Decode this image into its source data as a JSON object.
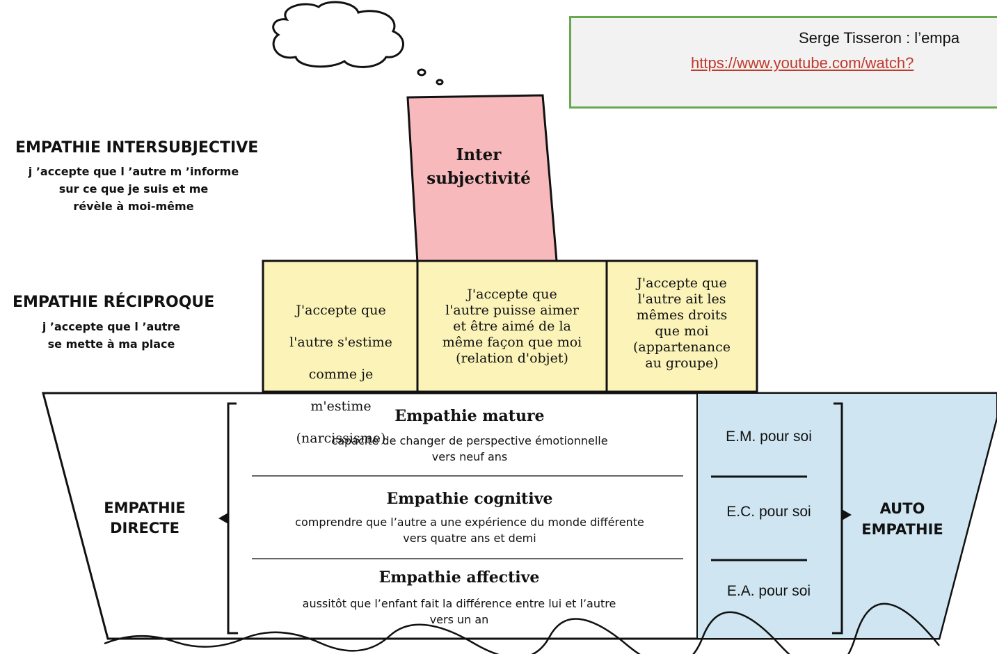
{
  "reference": {
    "title": "Serge Tisseron : l’empa",
    "link": "https://www.youtube.com/watch?"
  },
  "left_labels": {
    "intersubjective": {
      "heading": "EMPATHIE INTERSUBJECTIVE",
      "lines": [
        "j ’accepte que l ’autre m ’informe",
        "sur ce que je suis et me",
        "révèle à moi-même"
      ]
    },
    "reciproque": {
      "heading": "EMPATHIE RÉCIPROQUE",
      "lines": [
        "j ’accepte que l ’autre",
        "se mette à ma place"
      ]
    },
    "directe": {
      "line1": "EMPATHIE",
      "line2": "DIRECTE"
    }
  },
  "chimney": {
    "line1": "Inter",
    "line2": "subjectivité"
  },
  "cabins": [
    {
      "lines": [
        "J'accepte que",
        "l'autre s'estime",
        "comme je",
        "m'estime",
        "(narcissisme)"
      ]
    },
    {
      "lines": [
        "J'accepte que",
        "l'autre puisse aimer",
        "et être aimé de la",
        "même façon que moi",
        "(relation d'objet)"
      ]
    },
    {
      "lines": [
        "J'accepte que",
        "l'autre ait les",
        "mêmes droits",
        "que moi",
        "(appartenance",
        "au groupe)"
      ]
    }
  ],
  "hull": {
    "levels": [
      {
        "title": "Empathie mature",
        "desc1": "capacité de changer de perspective émotionnelle",
        "desc2": "vers neuf ans",
        "self": "E.M. pour soi"
      },
      {
        "title": "Empathie cognitive",
        "desc1": "comprendre que l’autre a une expérience du monde différente",
        "desc2": "vers quatre ans et demi",
        "self": "E.C. pour soi"
      },
      {
        "title": "Empathie affective",
        "desc1": "aussitôt que l’enfant fait la différence entre lui et l’autre",
        "desc2": "vers un an",
        "self": "E.A. pour soi"
      }
    ],
    "auto": {
      "line1": "AUTO",
      "line2": "EMPATHIE"
    }
  },
  "colors": {
    "chimney_fill": "#f7b9bb",
    "cabin_fill": "#fbf3b8",
    "self_fill": "#cfe6f2",
    "box_border": "#6aa84f",
    "link": "#c0392b"
  }
}
